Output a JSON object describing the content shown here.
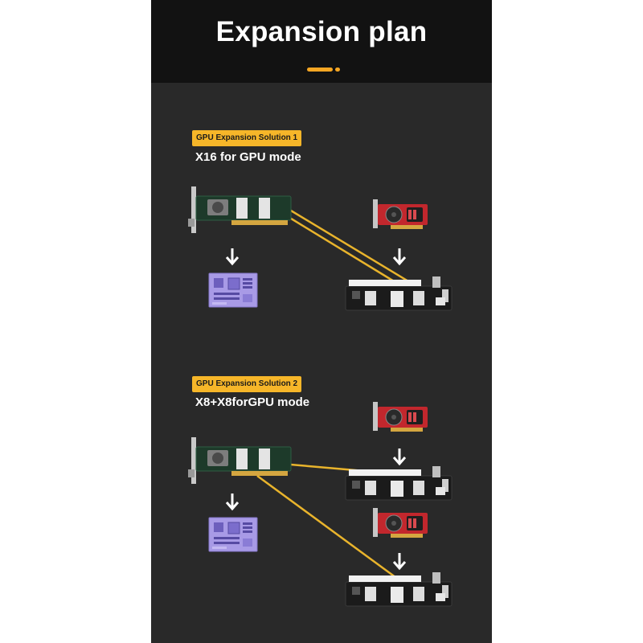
{
  "header": {
    "title": "Expansion plan",
    "accent_color": "#f5a623"
  },
  "solutions": [
    {
      "tag": "GPU Expansion Solution 1",
      "mode": "X16 for GPU mode"
    },
    {
      "tag": "GPU Expansion Solution 2",
      "mode": "X8+X8forGPU mode"
    }
  ],
  "colors": {
    "background": "#292929",
    "header_background": "#121212",
    "tag_background": "#f6b629",
    "cable": "#e9b42c",
    "motherboard": "#a89ae6",
    "gpu_board": "#c2272d"
  },
  "icons": [
    "down-arrow-icon",
    "motherboard-icon",
    "gpu-card-icon",
    "adapter-card-icon",
    "riser-board-icon"
  ]
}
